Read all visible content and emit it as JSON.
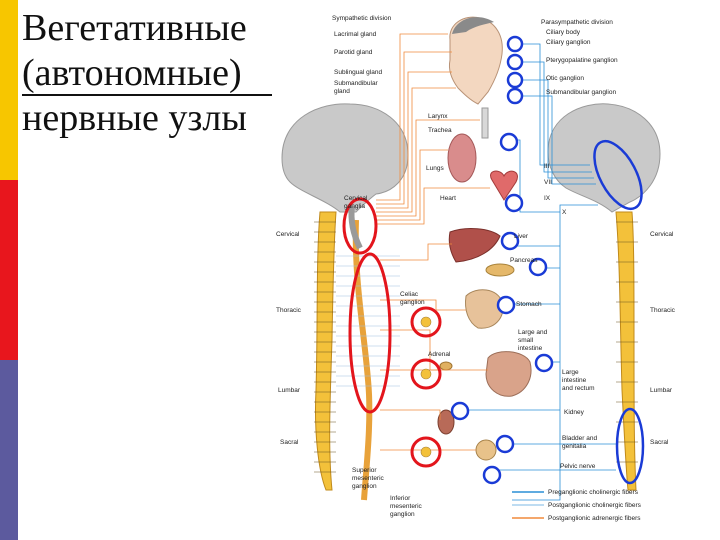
{
  "slide": {
    "title_lines": [
      "Вегетативные",
      "(автономные)",
      "нервные узлы"
    ]
  },
  "diagram": {
    "headers": {
      "sympathetic": "Sympathetic division",
      "parasympathetic": "Parasympathetic division"
    },
    "left_labels": {
      "lacrimal": "Lacrimal gland",
      "parotid": "Parotid gland",
      "sublingual": "Sublingual gland",
      "submandibular_1": "Submandibular",
      "submandibular_2": "gland",
      "cervical_ganglion_1": "Cervical",
      "cervical_ganglion_2": "ganglia",
      "celiac_1": "Celiac",
      "celiac_2": "ganglion",
      "superior_mesenteric_1": "Superior",
      "superior_mesenteric_2": "mesenteric",
      "superior_mesenteric_3": "ganglion",
      "inferior_mesenteric_1": "Inferior",
      "inferior_mesenteric_2": "mesenteric",
      "inferior_mesenteric_3": "ganglion"
    },
    "region_labels": {
      "cervical_left": "Cervical",
      "thoracic_left": "Thoracic",
      "lumbar_left": "Lumbar",
      "sacral_left": "Sacral",
      "cervical_right": "Cervical",
      "thoracic_right": "Thoracic",
      "lumbar_right": "Lumbar",
      "sacral_right": "Sacral"
    },
    "organ_labels": {
      "larynx": "Larynx",
      "trachea": "Trachea",
      "lungs": "Lungs",
      "heart": "Heart",
      "liver": "Liver",
      "pancreas": "Pancreas",
      "stomach": "Stomach",
      "large_small_1": "Large and",
      "large_small_2": "small",
      "large_small_3": "intestine",
      "adrenal": "Adrenal",
      "large_rectum_1": "Large",
      "large_rectum_2": "intestine",
      "large_rectum_3": "and rectum",
      "kidney": "Kidney",
      "bladder_1": "Bladder and",
      "bladder_2": "genitalia",
      "pelvic_nerve": "Pelvic nerve"
    },
    "right_labels": {
      "ciliary_body": "Ciliary body",
      "ciliary_ganglion": "Ciliary ganglion",
      "pterygopalatine": "Pterygopalatine ganglion",
      "otic": "Otic ganglion",
      "submandibular_ganglion": "Submandibular ganglion"
    },
    "nerve_labels": {
      "iii": "III",
      "vii": "VII",
      "ix": "IX",
      "x": "X"
    },
    "legend": [
      {
        "label": "Preganglionic cholinergic fibers",
        "color": "#2a8fd6"
      },
      {
        "label": "Postganglionic cholinergic fibers",
        "color": "#a8d0ee"
      },
      {
        "label": "Postganglionic adrenergic fibers",
        "color": "#f08a3c"
      }
    ],
    "colors": {
      "sympathetic_fiber": "#f08a3c",
      "parasympathetic_fiber": "#2a8fd6",
      "marker_red": "#e3151c",
      "marker_blue": "#1a3bd6",
      "brain": "#c9c9c9",
      "spine_yellow": "#f3c13a"
    }
  }
}
